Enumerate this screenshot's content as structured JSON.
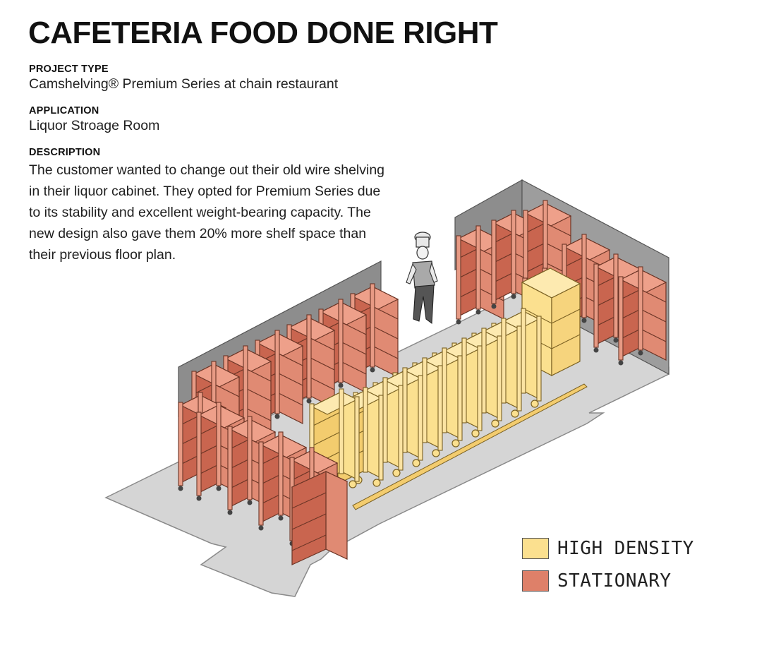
{
  "title": "CAFETERIA FOOD DONE RIGHT",
  "project_type": {
    "label": "PROJECT TYPE",
    "value": "Camshelving® Premium Series at chain restaurant"
  },
  "application": {
    "label": "APPLICATION",
    "value": "Liquor Stroage Room"
  },
  "description": {
    "label": "DESCRIPTION",
    "text": "The customer wanted to change out their old wire shelving in their liquor cabinet. They opted for Premium Series due to its stability and excellent weight-bearing capacity. The new design also gave them 20% more shelf space than their previous floor plan."
  },
  "legend": [
    {
      "label": "HIGH DENSITY",
      "color": "#fbe08f"
    },
    {
      "label": "STATIONARY",
      "color": "#de8069"
    }
  ],
  "colors": {
    "high_density": "#fbe08f",
    "stationary": "#de8069",
    "floor": "#d5d5d5",
    "wall": "#8a8a8a"
  }
}
